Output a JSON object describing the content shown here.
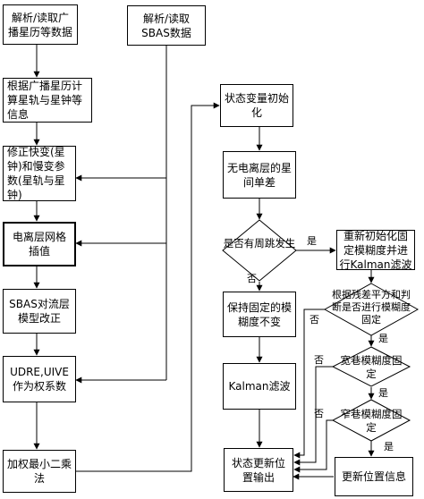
{
  "nodes": {
    "parse_broadcast": "解析/读取广播星历等数据",
    "parse_sbas": "解析/读取SBAS数据",
    "compute_orbit": "根据广播星历计算星轨与星钟等信息",
    "correct_params": "修正快变(星钟)和慢变参数(星轨与星钟)",
    "iono_interp": "电离层网格插值",
    "sbas_tropo": "SBAS对流层模型改正",
    "udre_uive": "UDRE,UIVE作为权系数",
    "wls": "加权最小二乘法",
    "state_init": "状态变量初始化",
    "sd_no_iono": "无电离层的星间单差",
    "cycle_slip": "是否有周跳发生",
    "reinit": "重新初始化固定模糊度并进行Kalman滤波",
    "keep_fixed": "保持固定的模糊度不变",
    "residual_check": "根据残差平方和判断是否进行模糊度固定",
    "kalman": "Kalman滤波",
    "wide_lane": "宽巷模糊度固定",
    "narrow_lane": "窄巷模糊度固定",
    "state_output": "状态更新位置输出",
    "update_pos": "更新位置信息"
  },
  "labels": {
    "yes": "是",
    "no": "否"
  }
}
